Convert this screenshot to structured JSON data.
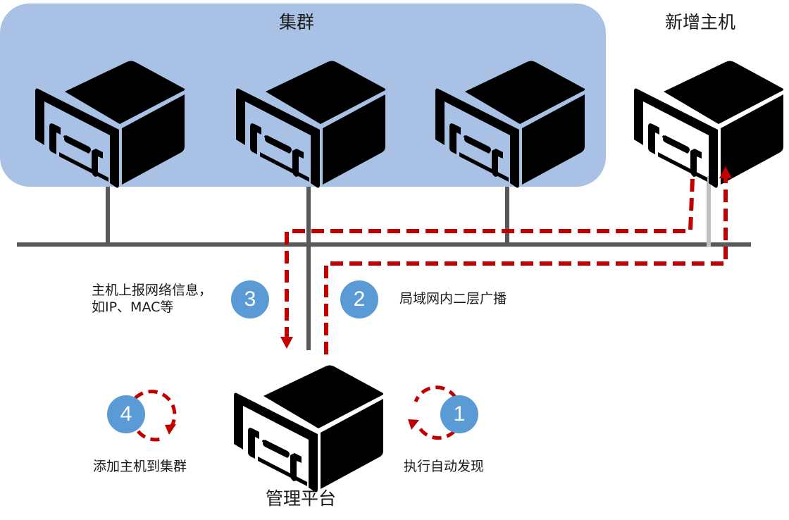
{
  "colors": {
    "cluster_panel": "#a9c1e5",
    "cluster_server": "#ffffff",
    "new_host": "#6f97d3",
    "management": "#1296db",
    "bus": "#595959",
    "new_host_link": "#bfbfbf",
    "flow_arrow": "#c00000",
    "step_badge": "#5b9bd5"
  },
  "cluster": {
    "title": "集群",
    "servers": [
      {
        "name": "cluster-server-1",
        "icon": "server-icon"
      },
      {
        "name": "cluster-server-2",
        "icon": "server-icon"
      },
      {
        "name": "cluster-server-3",
        "icon": "server-icon"
      }
    ]
  },
  "new_host": {
    "title": "新增主机",
    "icon": "server-icon"
  },
  "management": {
    "title": "管理平台",
    "icon": "server-icon"
  },
  "steps": [
    {
      "number": "1",
      "label": "执行自动发现"
    },
    {
      "number": "2",
      "label": "局域网内二层广播"
    },
    {
      "number": "3",
      "label_line1": "主机上报网络信息，",
      "label_line2": "如IP、MAC等"
    },
    {
      "number": "4",
      "label": "添加主机到集群"
    }
  ]
}
